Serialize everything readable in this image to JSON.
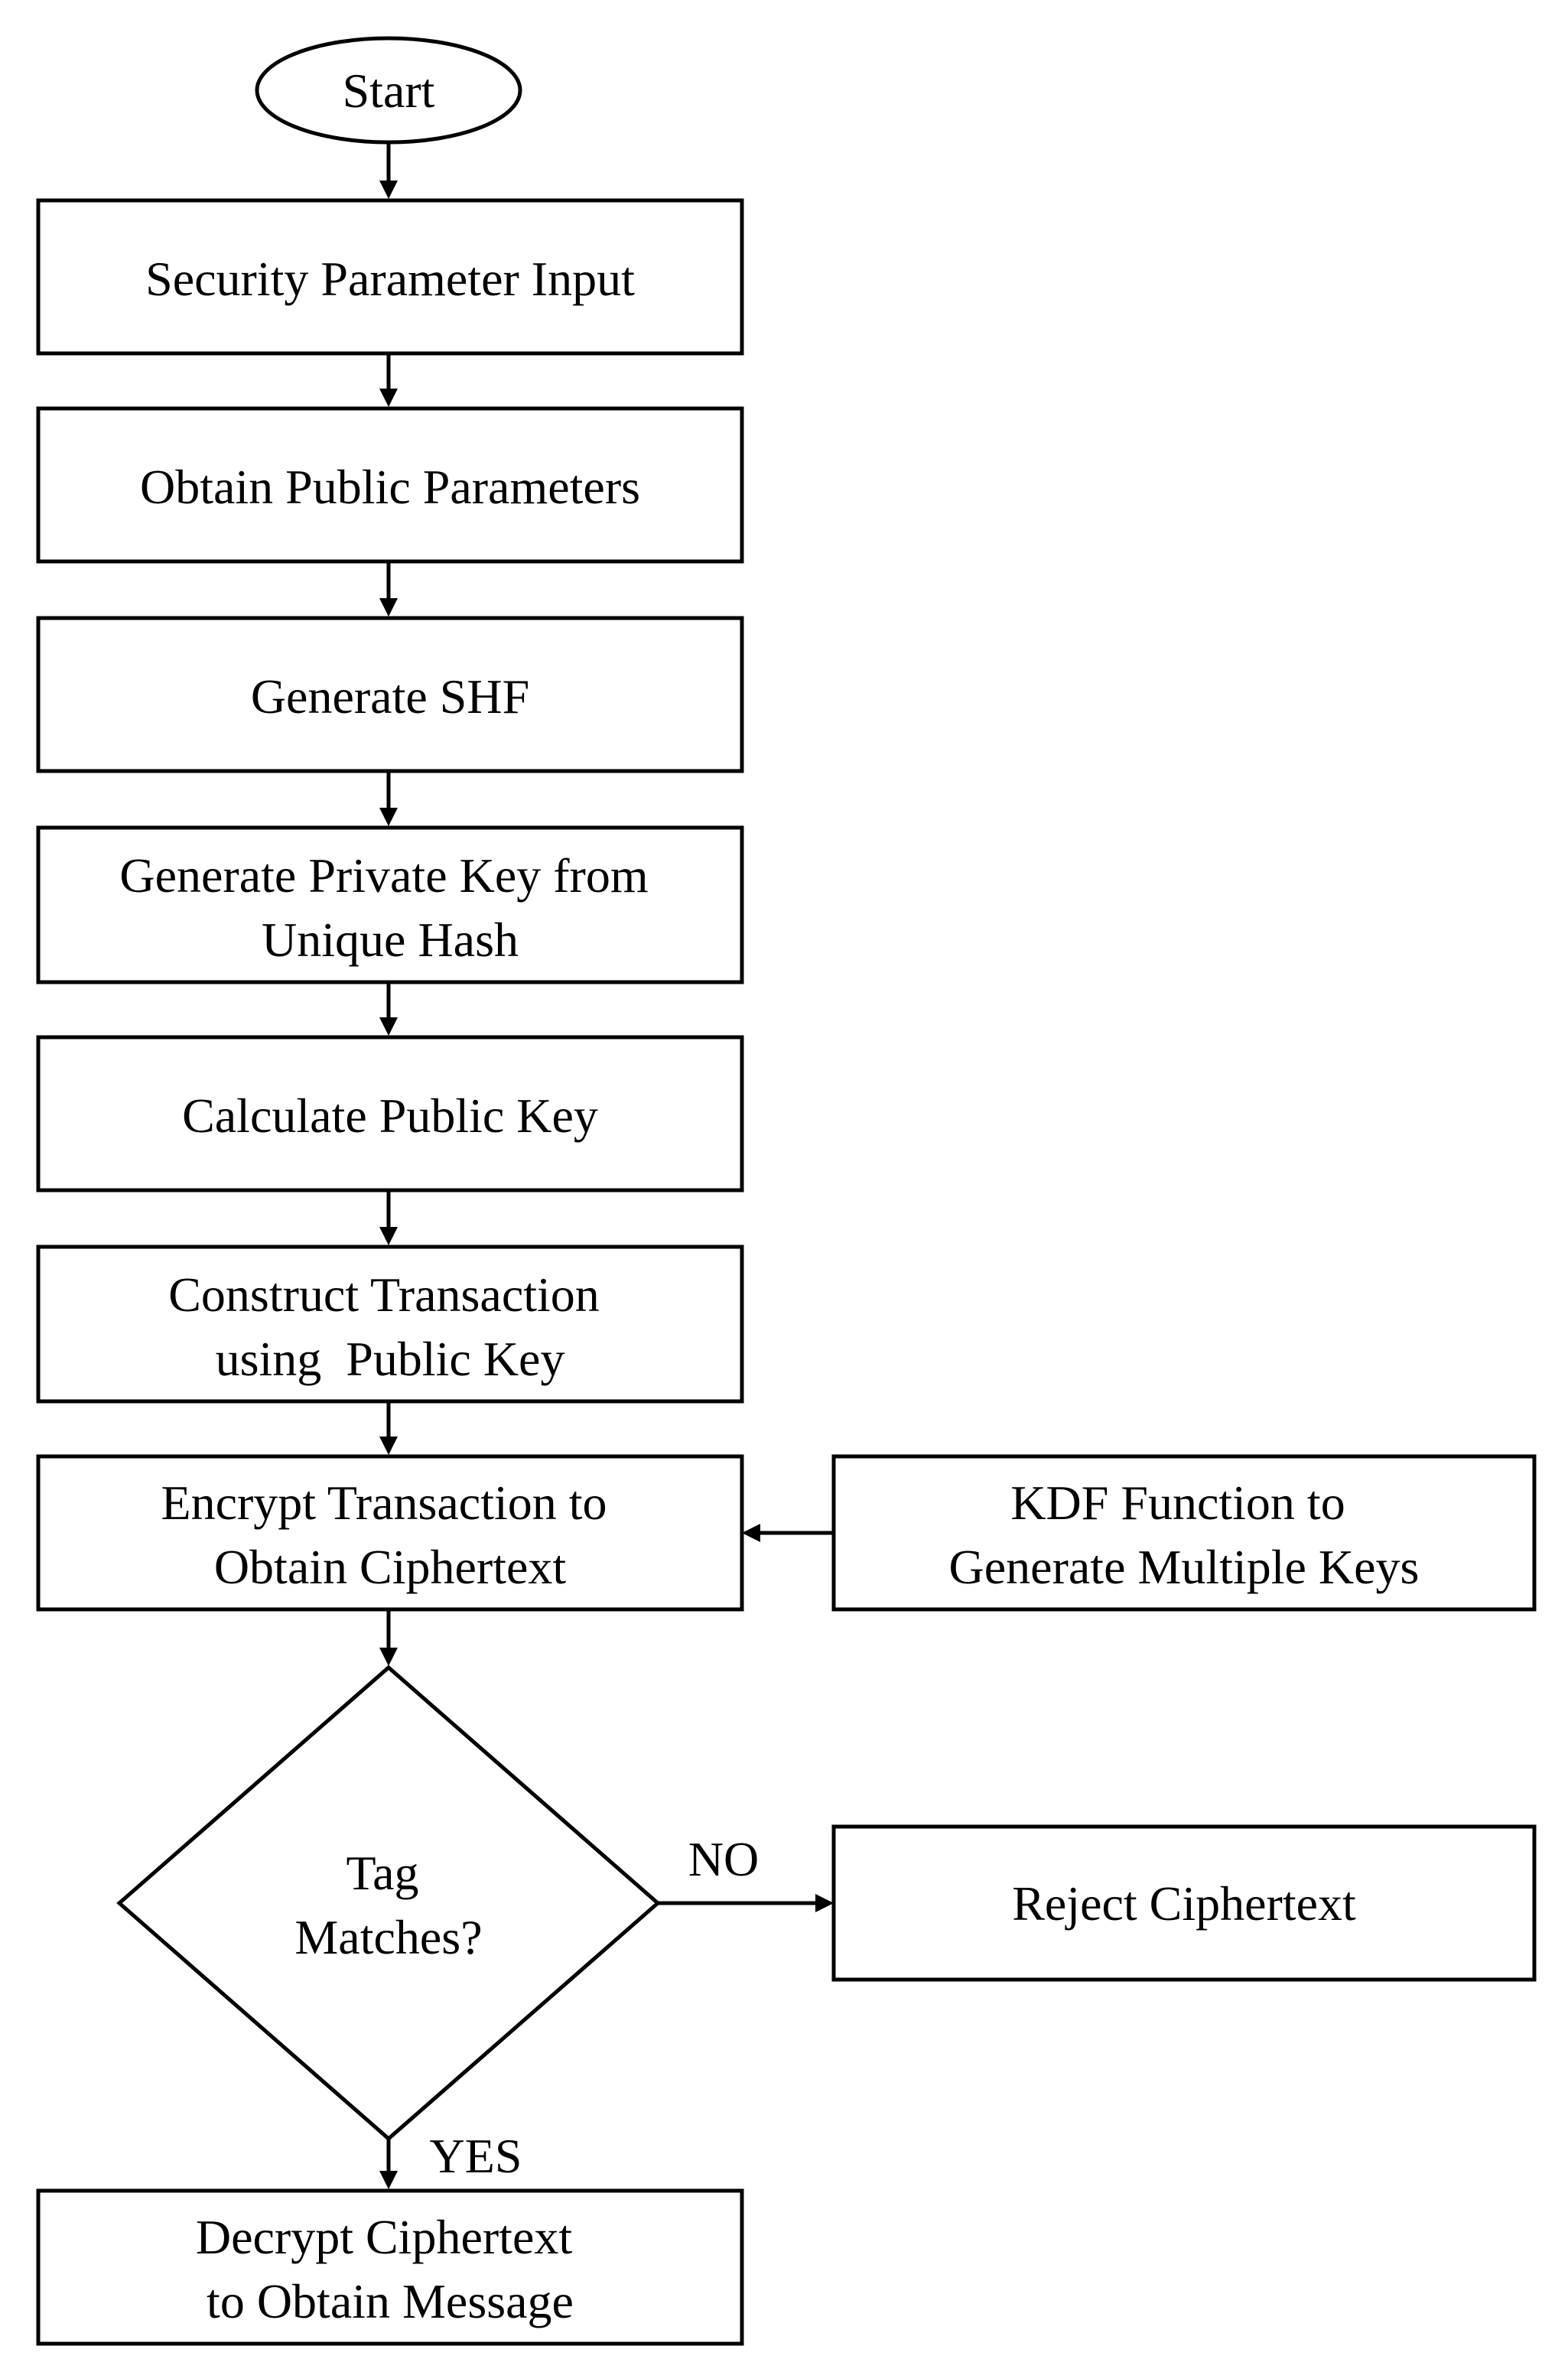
{
  "diagram": {
    "type": "flowchart",
    "start": {
      "label": "Start"
    },
    "steps": [
      {
        "id": "security-parameter-input",
        "lines": [
          "Security Parameter Input"
        ]
      },
      {
        "id": "obtain-public-parameters",
        "lines": [
          "Obtain Public Parameters"
        ]
      },
      {
        "id": "generate-shf",
        "lines": [
          "Generate SHF"
        ]
      },
      {
        "id": "generate-private-key",
        "lines": [
          "Generate Private Key from",
          "Unique Hash"
        ]
      },
      {
        "id": "calculate-public-key",
        "lines": [
          "Calculate Public Key"
        ]
      },
      {
        "id": "construct-transaction",
        "lines": [
          "Construct Transaction",
          "using  Public Key"
        ]
      },
      {
        "id": "encrypt-transaction",
        "lines": [
          "Encrypt Transaction to",
          "Obtain Ciphertext"
        ]
      }
    ],
    "side_input": {
      "id": "kdf-function",
      "lines": [
        "KDF Function to",
        "Generate Multiple Keys"
      ],
      "feeds": "encrypt-transaction"
    },
    "decision": {
      "lines": [
        "Tag",
        "Matches?"
      ]
    },
    "no_branch": {
      "label": "NO",
      "lines": [
        "Reject Ciphertext"
      ]
    },
    "yes_branch": {
      "label": "YES",
      "lines": [
        "Decrypt Ciphertext",
        "to Obtain Message"
      ]
    }
  },
  "colors": {
    "stroke": "#000000",
    "fill": "#ffffff",
    "text": "#000000"
  }
}
